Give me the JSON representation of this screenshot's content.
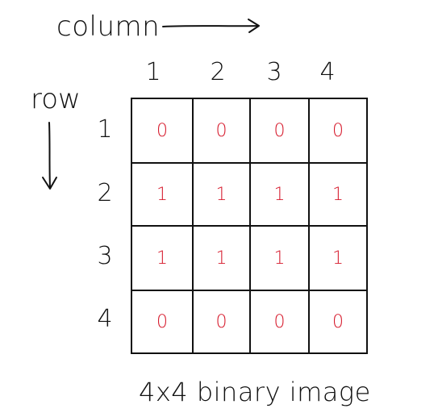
{
  "labels": {
    "column": "column",
    "row": "row",
    "caption": "4x4 binary image"
  },
  "column_numbers": [
    "1",
    "2",
    "3",
    "4"
  ],
  "row_numbers": [
    "1",
    "2",
    "3",
    "4"
  ],
  "matrix": [
    [
      "0",
      "0",
      "0",
      "0"
    ],
    [
      "1",
      "1",
      "1",
      "1"
    ],
    [
      "1",
      "1",
      "1",
      "1"
    ],
    [
      "0",
      "0",
      "0",
      "0"
    ]
  ],
  "colors": {
    "ink": "#111111",
    "values": "#d6182a"
  }
}
